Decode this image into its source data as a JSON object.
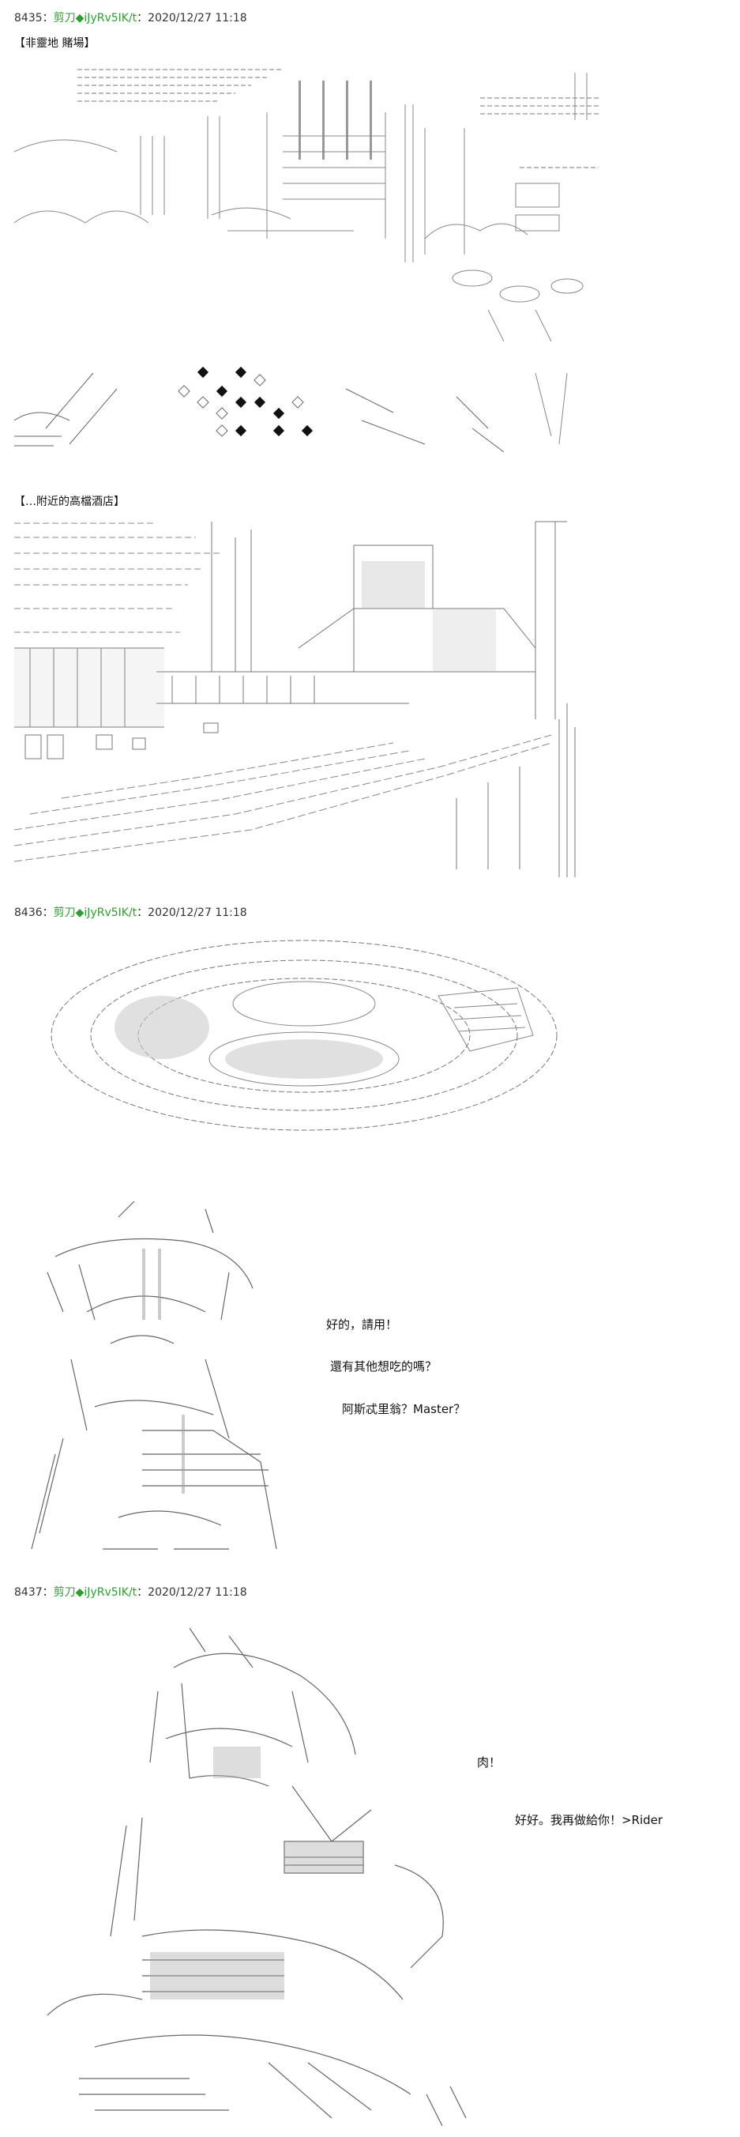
{
  "posts": [
    {
      "number": "8435",
      "sep1": "：",
      "name": "剪刀◆",
      "trip": "iJyRv5IK/t",
      "sep2": "：",
      "datetime": "2020/12/27 11:18",
      "labels": [
        "【非靈地 賭場】",
        "【…附近的高檔酒店】"
      ]
    },
    {
      "number": "8436",
      "sep1": "：",
      "name": "剪刀◆",
      "trip": "iJyRv5IK/t",
      "sep2": "：",
      "datetime": "2020/12/27 11:18",
      "lines": [
        "好的，請用！",
        "還有其他想吃的嗎？",
        "阿斯忒里翁？Master？"
      ]
    },
    {
      "number": "8437",
      "sep1": "：",
      "name": "剪刀◆",
      "trip": "iJyRv5IK/t",
      "sep2": "：",
      "datetime": "2020/12/27 11:18",
      "lines": [
        "肉！",
        "好好。我再做給你！>Rider"
      ]
    }
  ],
  "colors": {
    "name": "#2e9e2e",
    "text": "#111111",
    "art": "#555555"
  }
}
